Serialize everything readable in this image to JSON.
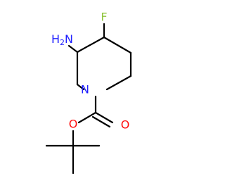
{
  "molecule": {
    "atoms": {
      "fluorine": {
        "symbol": "F",
        "color": "#8fc43c"
      },
      "amine": {
        "symbol": "H",
        "subscript": "2",
        "suffix": "N",
        "color": "#2020ff"
      },
      "ring_nitrogen": {
        "symbol": "N",
        "color": "#2020ff"
      },
      "ester_oxygen": {
        "symbol": "O",
        "color": "#ff0d0d"
      },
      "carbonyl_oxygen": {
        "symbol": "O",
        "color": "#ff0d0d"
      }
    },
    "bond_color": "#000000"
  }
}
